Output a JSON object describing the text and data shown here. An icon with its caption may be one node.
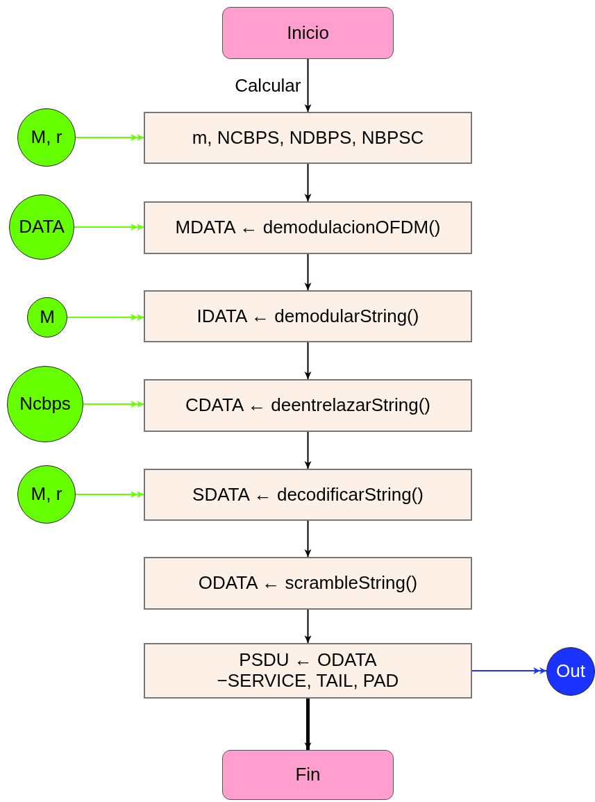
{
  "diagram": {
    "nodes": [
      {
        "text": [
          "Inicio"
        ]
      },
      {
        "text": [
          "M, r"
        ]
      },
      {
        "text": [
          "m, NCBPS, NDBPS, NBPSC"
        ]
      },
      {
        "text": [
          "DATA"
        ]
      },
      {
        "text": [
          "MDATA ← demodulacionOFDM()"
        ]
      },
      {
        "text": [
          "M"
        ]
      },
      {
        "text": [
          "IDATA ← demodularString()"
        ]
      },
      {
        "text": [
          "Ncbps"
        ]
      },
      {
        "text": [
          "CDATA ← deentrelazarString()"
        ]
      },
      {
        "text": [
          "M, r"
        ]
      },
      {
        "text": [
          "SDATA ← decodificarString()"
        ]
      },
      {
        "text": [
          "ODATA ← scrambleString()"
        ]
      },
      {
        "text": [
          "PSDU ← ODATA",
          "−SERVICE, TAIL, PAD"
        ]
      },
      {
        "text": [
          "Out"
        ]
      },
      {
        "text": [
          "Fin"
        ]
      }
    ],
    "edges": [
      {
        "from": 0,
        "to": 2,
        "arrow": "to",
        "label": "Calcular"
      },
      {
        "from": 1,
        "to": 2,
        "arrow": "to",
        "color": "#66ff00"
      },
      {
        "from": 2,
        "to": 4,
        "arrow": "to"
      },
      {
        "from": 3,
        "to": 4,
        "arrow": "to",
        "color": "#66ff00"
      },
      {
        "from": 4,
        "to": 6,
        "arrow": "to"
      },
      {
        "from": 5,
        "to": 6,
        "arrow": "to",
        "color": "#66ff00"
      },
      {
        "from": 6,
        "to": 8,
        "arrow": "to"
      },
      {
        "from": 7,
        "to": 8,
        "arrow": "to",
        "color": "#66ff00"
      },
      {
        "from": 8,
        "to": 10,
        "arrow": "to"
      },
      {
        "from": 9,
        "to": 10,
        "arrow": "to",
        "color": "#66ff00"
      },
      {
        "from": 10,
        "to": 11,
        "arrow": "to"
      },
      {
        "from": 11,
        "to": 12,
        "arrow": "to"
      },
      {
        "from": 12,
        "to": 13,
        "arrow": "to",
        "color": "#1a33ff"
      },
      {
        "from": 12,
        "to": 14,
        "arrow": "to",
        "style": "thick"
      }
    ]
  }
}
